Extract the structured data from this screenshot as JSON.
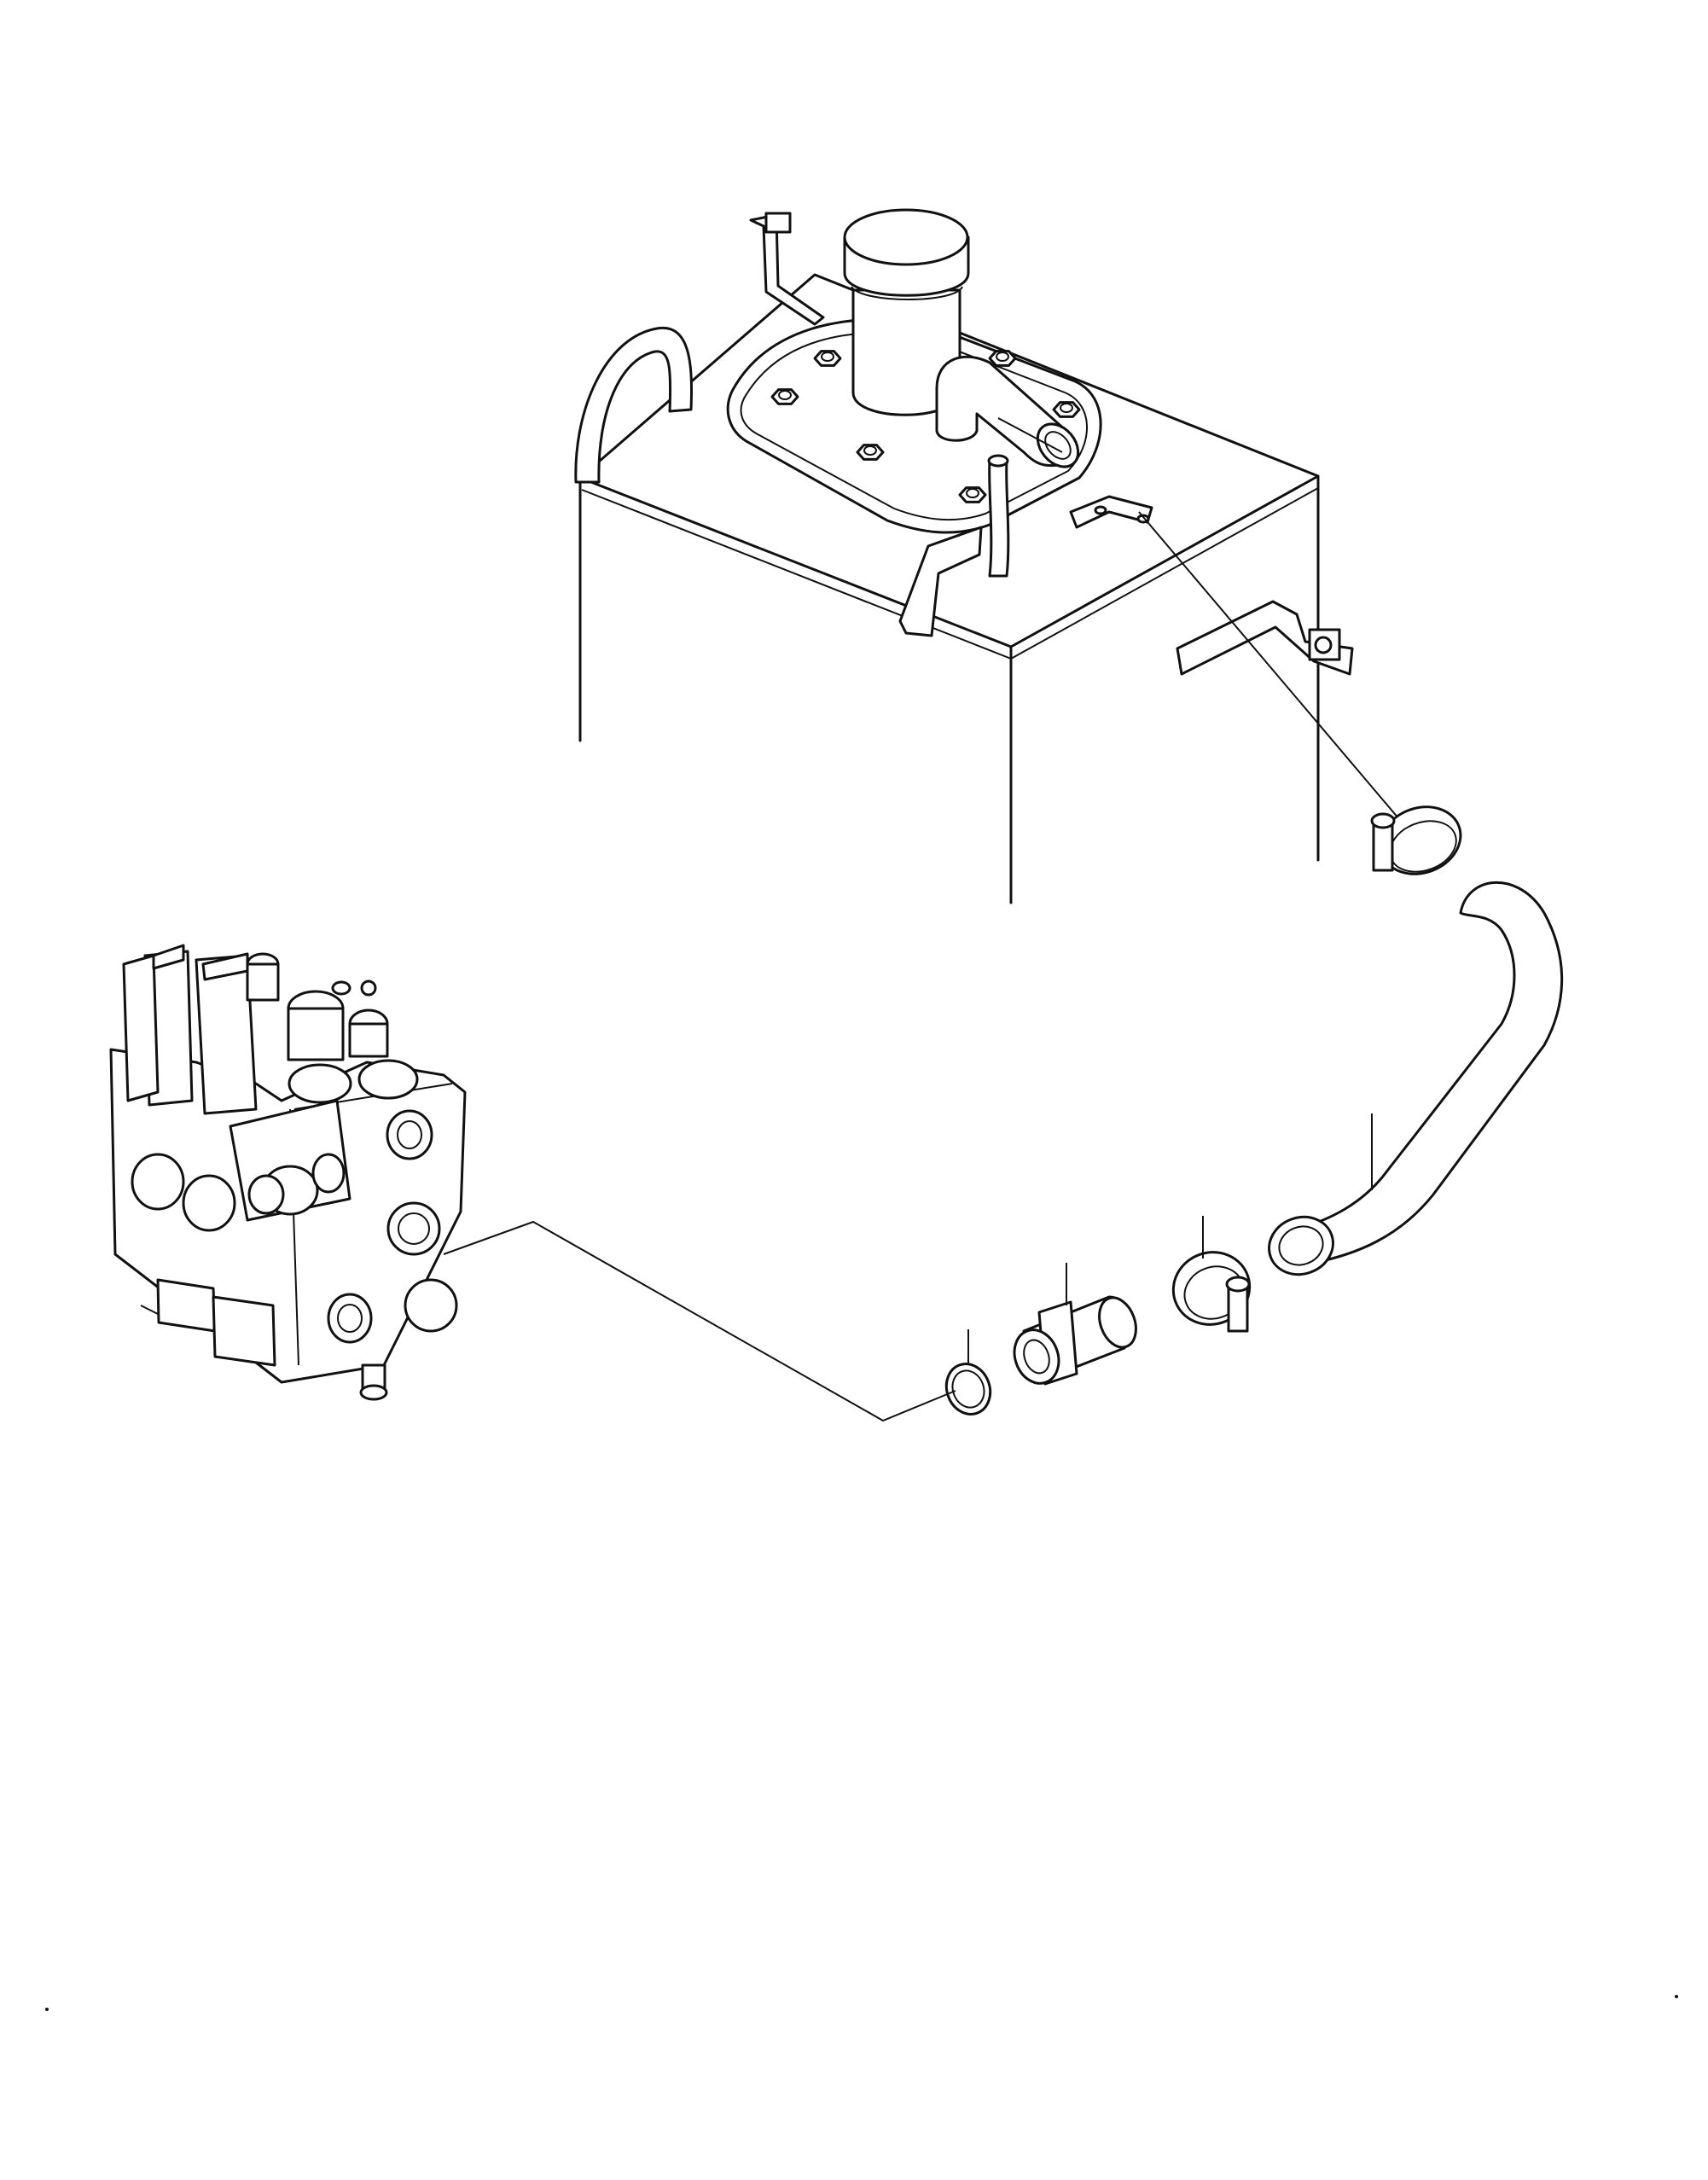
{
  "diagram": {
    "type": "exploded-parts-illustration",
    "background": "#ffffff",
    "line_color": "#111111",
    "labels": [],
    "parts": [
      "hydraulic-tank",
      "tank-filler-cap",
      "tank-cover-plate",
      "tank-cover-bolts",
      "tank-breather-hose",
      "tank-mounting-brackets",
      "tank-outlet-elbow",
      "hose-clamp-upper",
      "suction-hose",
      "hose-clamp-lower",
      "adapter-fitting",
      "o-ring",
      "control-valve-assembly"
    ]
  }
}
